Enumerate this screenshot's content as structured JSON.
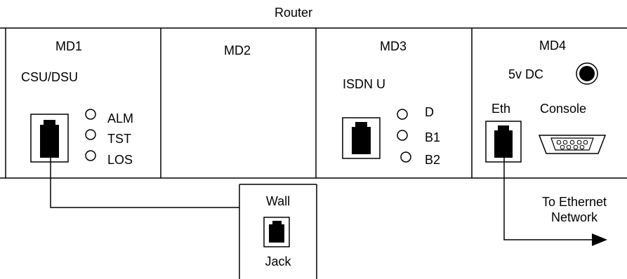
{
  "title": "Router",
  "modules": {
    "md1": {
      "label": "MD1",
      "sublabel": "CSU/DSU",
      "leds": [
        "ALM",
        "TST",
        "LOS"
      ]
    },
    "md2": {
      "label": "MD2"
    },
    "md3": {
      "label": "MD3",
      "sublabel": "ISDN U",
      "leds": [
        "D",
        "B1",
        "B2"
      ]
    },
    "md4": {
      "label": "MD4",
      "power_label": "5v DC",
      "eth_label": "Eth",
      "console_label": "Console"
    }
  },
  "wall_jack": {
    "top_label": "Wall",
    "bottom_label": "Jack"
  },
  "ethernet_destination": {
    "line1": "To Ethernet",
    "line2": "Network"
  },
  "colors": {
    "line": "#000000",
    "background": "#ffffff"
  }
}
